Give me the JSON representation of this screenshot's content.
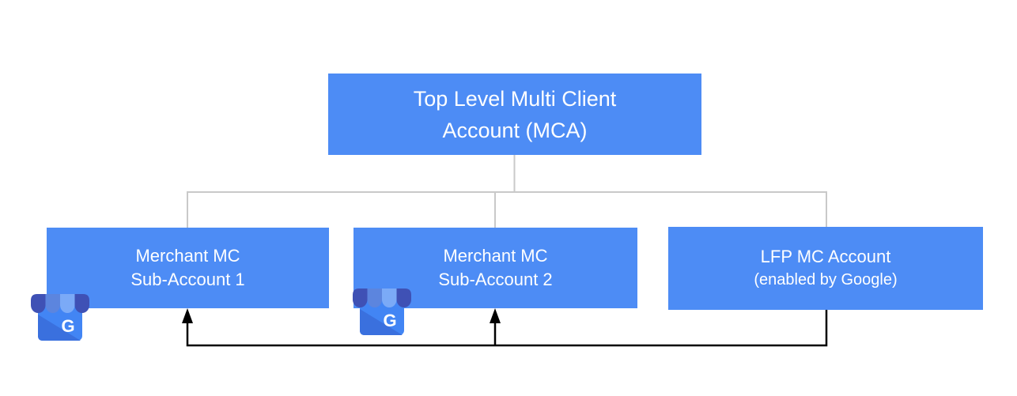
{
  "nodes": {
    "root": {
      "line1": "Top Level Multi Client",
      "line2": "Account (MCA)"
    },
    "sub1": {
      "line1": "Merchant MC",
      "line2": "Sub-Account 1"
    },
    "sub2": {
      "line1": "Merchant MC",
      "line2": "Sub-Account 2"
    },
    "lfp": {
      "line1": "LFP MC Account",
      "line2": "(enabled by Google)"
    }
  },
  "icons": {
    "gmb_letter": "G"
  },
  "colors": {
    "box_fill": "#4D8CF5",
    "box_text": "#FFFFFF",
    "tree_line": "#C9C9C9",
    "flow_line": "#000000",
    "gmb_awning_dark": "#3F51B5",
    "gmb_awning_mid": "#5C85DE",
    "gmb_awning_light": "#7BAAF7",
    "gmb_body": "#4285F4",
    "gmb_shade": "#3A70DE",
    "gmb_letter_color": "#FFFFFF"
  }
}
